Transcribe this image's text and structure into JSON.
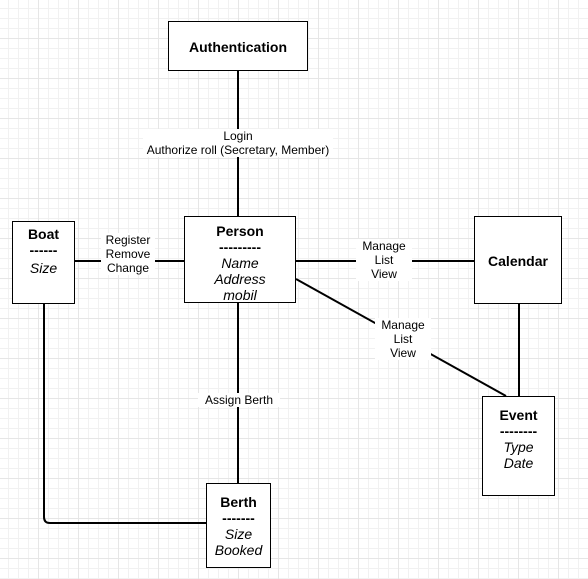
{
  "nodes": {
    "authentication": {
      "title": "Authentication"
    },
    "person": {
      "title": "Person",
      "separator": "---------",
      "attrs": [
        "Name",
        "Address",
        "mobil"
      ]
    },
    "boat": {
      "title": "Boat",
      "separator": "------",
      "attrs": [
        "Size"
      ]
    },
    "calendar": {
      "title": "Calendar"
    },
    "event": {
      "title": "Event",
      "separator": "--------",
      "attrs": [
        "Type",
        "Date"
      ]
    },
    "berth": {
      "title": "Berth",
      "separator": "-------",
      "attrs": [
        "Size",
        "Booked"
      ]
    }
  },
  "edges": {
    "auth_person": [
      "Login",
      "Authorize roll (Secretary, Member)"
    ],
    "boat_person": [
      "Register",
      "Remove",
      "Change"
    ],
    "person_calendar": [
      "Manage",
      "List",
      "View"
    ],
    "person_event": [
      "Manage",
      "List",
      "View"
    ],
    "person_berth": [
      "Assign Berth"
    ]
  }
}
